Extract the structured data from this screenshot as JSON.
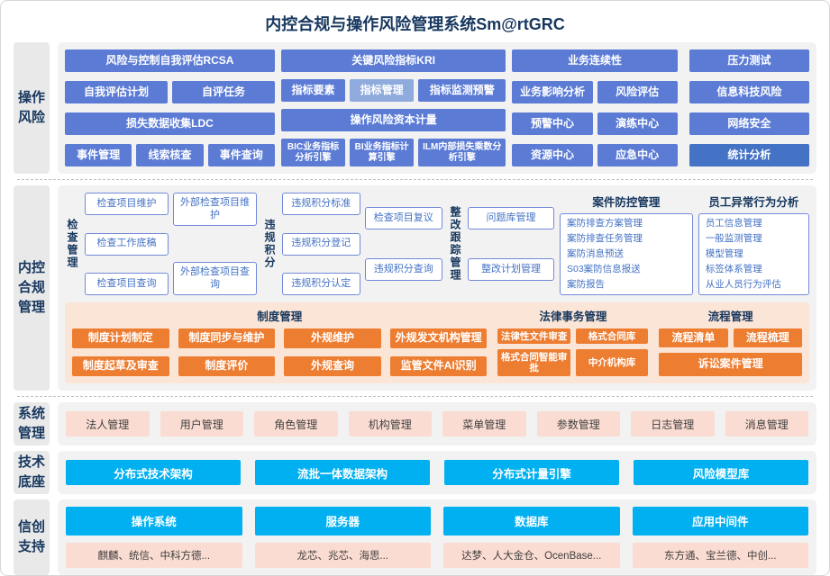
{
  "title": "内控合规与操作风险管理系统Sm@rtGRC",
  "sides": {
    "op": "操作风险",
    "ic": "内控合规管理",
    "sys": "系统管理",
    "tech": "技术底座",
    "xc": "信创支持"
  },
  "op": {
    "groupA": {
      "r1": "风险与控制自我评估RCSA",
      "r2": [
        "自我评估计划",
        "自评任务"
      ],
      "r3": "损失数据收集LDC",
      "r4": [
        "事件管理",
        "线索核查",
        "事件查询"
      ]
    },
    "groupB": {
      "r1": "关键风险指标KRI",
      "r2": [
        "指标要素",
        "指标管理",
        "指标监测预警"
      ],
      "r3": "操作风险资本计量",
      "r4": [
        "BIC业务指标分析引擎",
        "BI业务指标计算引擎",
        "ILM内部损失乘数分析引擎"
      ]
    },
    "groupC": {
      "r1": "业务连续性",
      "r2": [
        "业务影响分析",
        "风险评估"
      ],
      "r3": [
        "预警中心",
        "演练中心"
      ],
      "r4": [
        "资源中心",
        "应急中心"
      ]
    },
    "groupD": {
      "r1": "压力测试",
      "r2": "信息科技风险",
      "r3": "网络安全",
      "r4": "统计分析"
    }
  },
  "ic": {
    "check": {
      "label": "检查管理",
      "col1": [
        "检查项目维护",
        "检查工作底稿",
        "检查项目查询"
      ],
      "col2": [
        "外部检查项目维护",
        "外部检查项目查询"
      ]
    },
    "score": {
      "label": "违规积分",
      "col1": [
        "违规积分标准",
        "违规积分登记",
        "违规积分认定"
      ],
      "col2": [
        "检查项目复议",
        "违规积分查询"
      ]
    },
    "rect": {
      "label": "整改跟踪管理",
      "items": [
        "问题库管理",
        "整改计划管理"
      ]
    },
    "case": {
      "title": "案件防控管理",
      "items": [
        "案防排查方案管理",
        "案防排查任务管理",
        "案防消息预送",
        "S03案防信息报送",
        "案防报告"
      ]
    },
    "emp": {
      "title": "员工异常行为分析",
      "items": [
        "员工信息管理",
        "一般监测管理",
        "模型管理",
        "标签体系管理",
        "从业人员行为评估"
      ]
    },
    "inst": {
      "title": "制度管理",
      "r1": [
        "制度计划制定",
        "制度同步与维护",
        "外规维护",
        "外规发文机构管理"
      ],
      "r2": [
        "制度起草及审查",
        "制度评价",
        "外规查询",
        "监管文件AI识别"
      ]
    },
    "legal": {
      "title": "法律事务管理",
      "items": [
        "法律性文件审查",
        "格式合同库",
        "格式合同智能审批",
        "中介机构库"
      ]
    },
    "proc": {
      "title": "流程管理",
      "r1": [
        "流程清单",
        "流程梳理"
      ],
      "r2": "诉讼案件管理"
    }
  },
  "sys": {
    "items": [
      "法人管理",
      "用户管理",
      "角色管理",
      "机构管理",
      "菜单管理",
      "参数管理",
      "日志管理",
      "消息管理"
    ]
  },
  "tech": {
    "items": [
      "分布式技术架构",
      "流批一体数据架构",
      "分布式计量引擎",
      "风险模型库"
    ]
  },
  "xc": {
    "headers": [
      "操作系统",
      "服务器",
      "数据库",
      "应用中间件"
    ],
    "vendors": [
      "麒麟、统信、中科方德...",
      "龙芯、兆芯、海思...",
      "达梦、人大金仓、OcenBase...",
      "东方通、宝兰德、中创..."
    ]
  },
  "colors": {
    "navy": "#17375E",
    "blue": "#5B7BD5",
    "light_blue": "#8FAADC",
    "accent_blue": "#4472C4",
    "orange": "#ED7D31",
    "orange_bg": "#FBE5D6",
    "pink": "#FBDCD2",
    "cyan": "#00B0F0",
    "panel_bg": "#F2F2F2",
    "side_bg": "#E9E9E9"
  }
}
